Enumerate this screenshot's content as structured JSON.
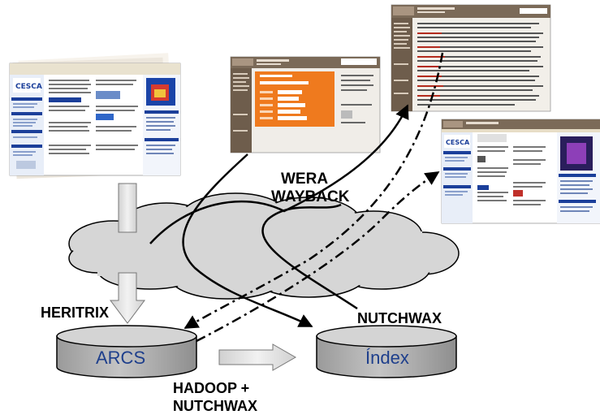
{
  "labels": {
    "wera": "WERA",
    "wayback": "WAYBACK",
    "heritrix": "HERITRIX",
    "nutchwax_top": "NUTCHWAX",
    "arcs": "ARCS",
    "index": "Índex",
    "hadoop_line1": "HADOOP +",
    "hadoop_line2": "NUTCHWAX"
  },
  "colors": {
    "cylinder_fill": "#b3b3b3",
    "cylinder_top": "#d4d4d4",
    "cloud_fill": "#d6d6d6",
    "arrow_fill": "#e2e2e2",
    "db_text": "#1e3f8c",
    "wera_orange": "#ef7a1e",
    "wera_brown": "#7b6a58",
    "cesca_blue": "#1b3f9a"
  },
  "icons": {
    "cesca_site_original": "webpage-screenshot-icon",
    "wera_search": "webpage-screenshot-icon",
    "wera_results": "webpage-screenshot-icon",
    "cesca_site_archived": "webpage-screenshot-icon"
  }
}
